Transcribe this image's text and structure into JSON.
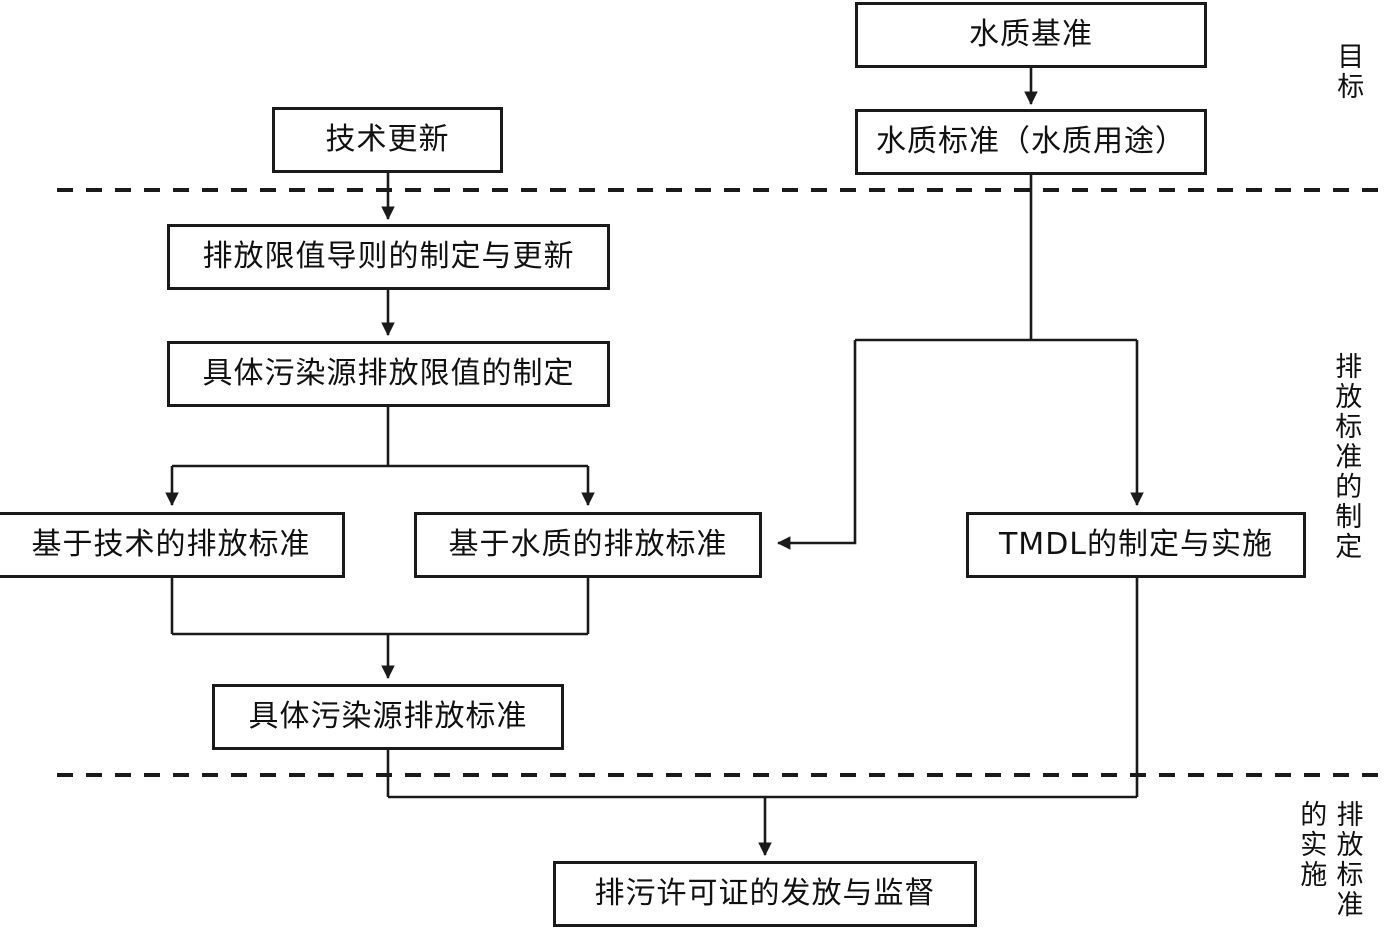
{
  "diagram": {
    "title_present": false,
    "type": "flowchart",
    "line_color": "#1a1a1a",
    "background": "#ffffff",
    "nodes": [
      {
        "id": "water-quality-criteria",
        "label": "水质基准"
      },
      {
        "id": "water-quality-standard",
        "label": "水质标准（水质用途）"
      },
      {
        "id": "technology-update",
        "label": "技术更新"
      },
      {
        "id": "discharge-limit-guideline",
        "label": "排放限值导则的制定与更新"
      },
      {
        "id": "specific-source-limit",
        "label": "具体污染源排放限值的制定"
      },
      {
        "id": "technology-based-standard",
        "label": "基于技术的排放标准"
      },
      {
        "id": "water-quality-based-standard",
        "label": "基于水质的排放标准"
      },
      {
        "id": "tmdl-formulation",
        "label": "TMDL的制定与实施"
      },
      {
        "id": "specific-source-standard",
        "label": "具体污染源排放标准"
      },
      {
        "id": "permit-issue-supervision",
        "label": "排污许可证的发放与监督"
      }
    ],
    "band_labels": [
      {
        "id": "goal",
        "text": "目标"
      },
      {
        "id": "standard-formulation",
        "text": "排放标准的制定"
      },
      {
        "id": "standard-implementation-1",
        "text": "排放标准"
      },
      {
        "id": "standard-implementation-2",
        "text": "的实施"
      }
    ],
    "separators": [
      {
        "id": "divider-goal-formulation"
      },
      {
        "id": "divider-formulation-implementation"
      }
    ],
    "edges": [
      {
        "from": "水质基准",
        "to": "水质标准（水质用途）"
      },
      {
        "from": "技术更新",
        "to": "排放限值导则的制定与更新"
      },
      {
        "from": "排放限值导则的制定与更新",
        "to": "具体污染源排放限值的制定"
      },
      {
        "from": "具体污染源排放限值的制定",
        "to": "基于技术的排放标准"
      },
      {
        "from": "具体污染源排放限值的制定",
        "to": "基于水质的排放标准"
      },
      {
        "from": "水质标准（水质用途）",
        "to": "基于水质的排放标准"
      },
      {
        "from": "水质标准（水质用途）",
        "to": "TMDL的制定与实施"
      },
      {
        "from": "基于技术的排放标准",
        "to": "具体污染源排放标准"
      },
      {
        "from": "基于水质的排放标准",
        "to": "具体污染源排放标准"
      },
      {
        "from": "具体污染源排放标准",
        "to": "排污许可证的发放与监督"
      },
      {
        "from": "TMDL的制定与实施",
        "to": "排污许可证的发放与监督"
      }
    ]
  }
}
